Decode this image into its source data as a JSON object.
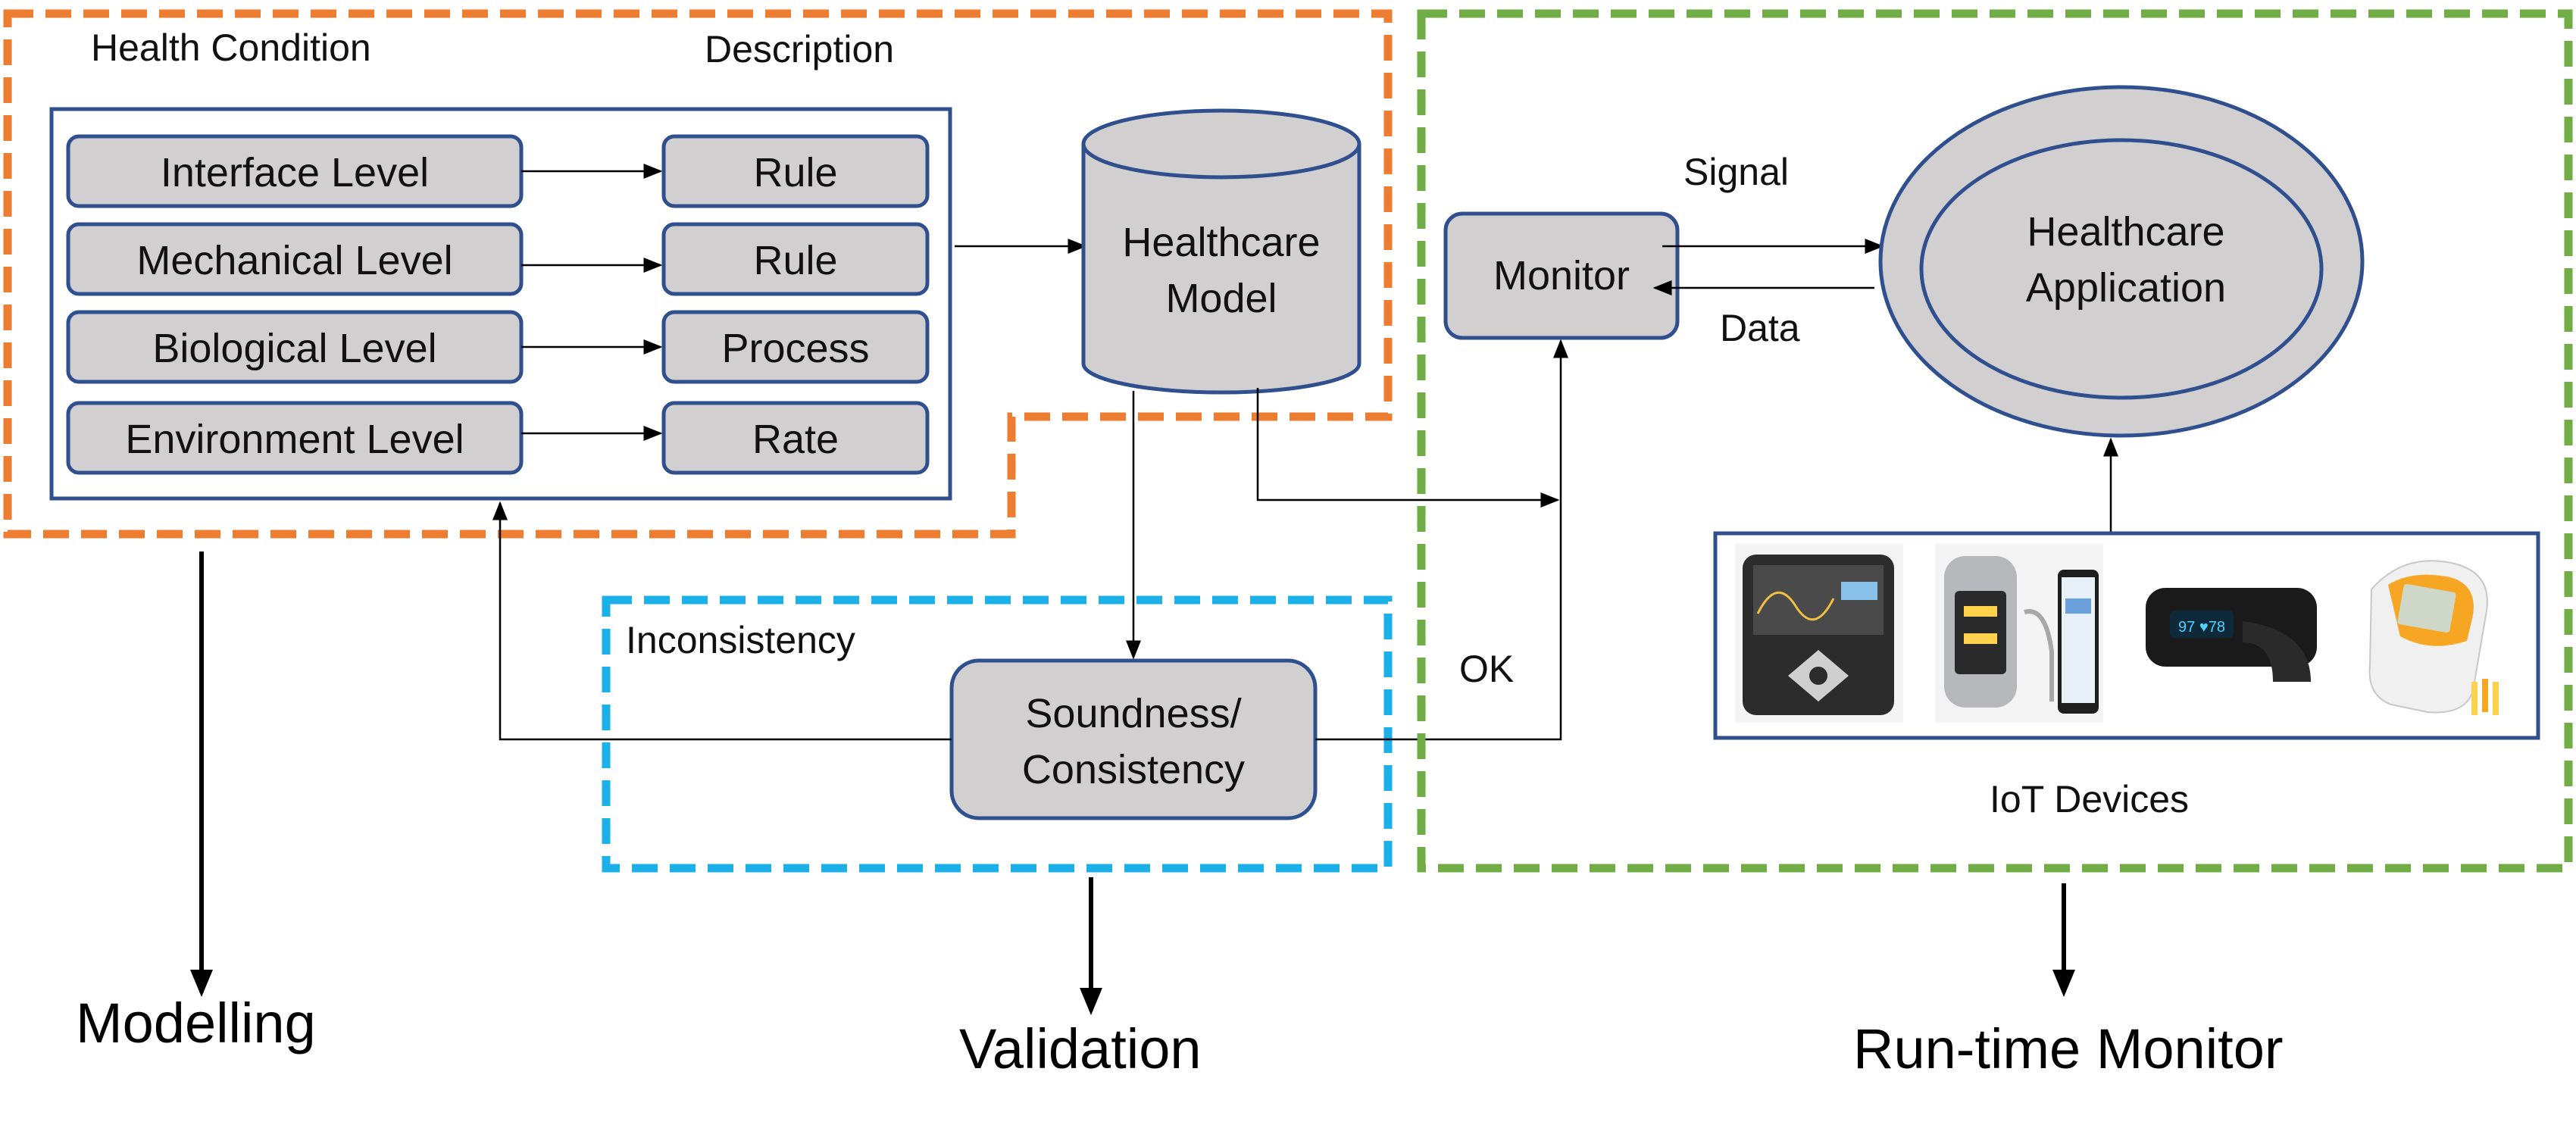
{
  "colors": {
    "modelling_border": "#ed7d31",
    "validation_border": "#1cb0e8",
    "monitor_border": "#70ad47",
    "node_fill": "#d1cfd0",
    "node_stroke": "#2f4f8f"
  },
  "modelling": {
    "col_condition": "Health Condition",
    "col_description": "Description",
    "rows": [
      {
        "level": "Interface Level",
        "desc": "Rule"
      },
      {
        "level": "Mechanical Level",
        "desc": "Rule"
      },
      {
        "level": "Biological Level",
        "desc": "Process"
      },
      {
        "level": "Environment Level",
        "desc": "Rate"
      }
    ],
    "model_line1": "Healthcare",
    "model_line2": "Model",
    "section_label": "Modelling"
  },
  "validation": {
    "inconsistency_label": "Inconsistency",
    "check_line1": "Soundness/",
    "check_line2": "Consistency",
    "ok_label": "OK",
    "section_label": "Validation"
  },
  "runtime": {
    "monitor_label": "Monitor",
    "signal_label": "Signal",
    "data_label": "Data",
    "app_line1": "Healthcare",
    "app_line2": "Application",
    "devices_label": "IoT Devices",
    "device_icons": [
      "insulin-pump-icon",
      "pulse-oximeter-icon",
      "wrist-oximeter-icon",
      "glucose-meter-icon"
    ],
    "section_label": "Run-time Monitor"
  }
}
